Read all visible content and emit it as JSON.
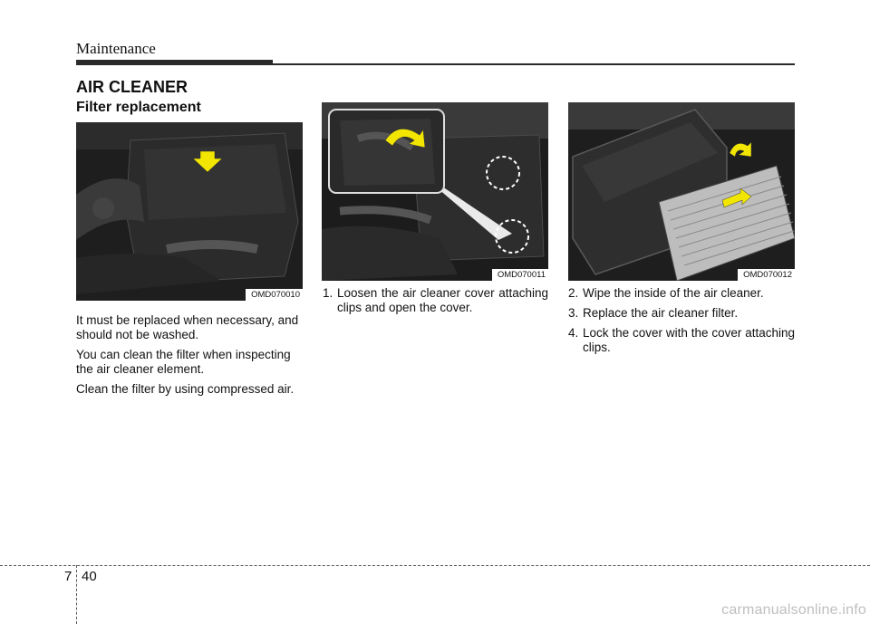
{
  "header": {
    "section": "Maintenance"
  },
  "section_title": "AIR CLEANER",
  "subsection_title": "Filter replacement",
  "figures": [
    {
      "code": "OMD070010"
    },
    {
      "code": "OMD070011"
    },
    {
      "code": "OMD070012"
    }
  ],
  "column1": {
    "paragraphs": [
      "It must be replaced when necessary, and should not be washed.",
      "You can clean the filter when inspecting the air cleaner element.",
      "Clean the filter by using compressed air."
    ]
  },
  "column2": {
    "steps": [
      {
        "num": "1.",
        "text": "Loosen the air cleaner cover attaching clips and open the cover."
      }
    ]
  },
  "column3": {
    "steps": [
      {
        "num": "2.",
        "text": "Wipe the inside of the air cleaner."
      },
      {
        "num": "3.",
        "text": "Replace the air cleaner filter."
      },
      {
        "num": "4.",
        "text": "Lock the cover with the cover attaching clips."
      }
    ]
  },
  "footer": {
    "chapter": "7",
    "page": "40",
    "watermark": "carmanualsonline.info"
  },
  "colors": {
    "arrow": "#f2e600",
    "rule": "#2a2a2a"
  }
}
